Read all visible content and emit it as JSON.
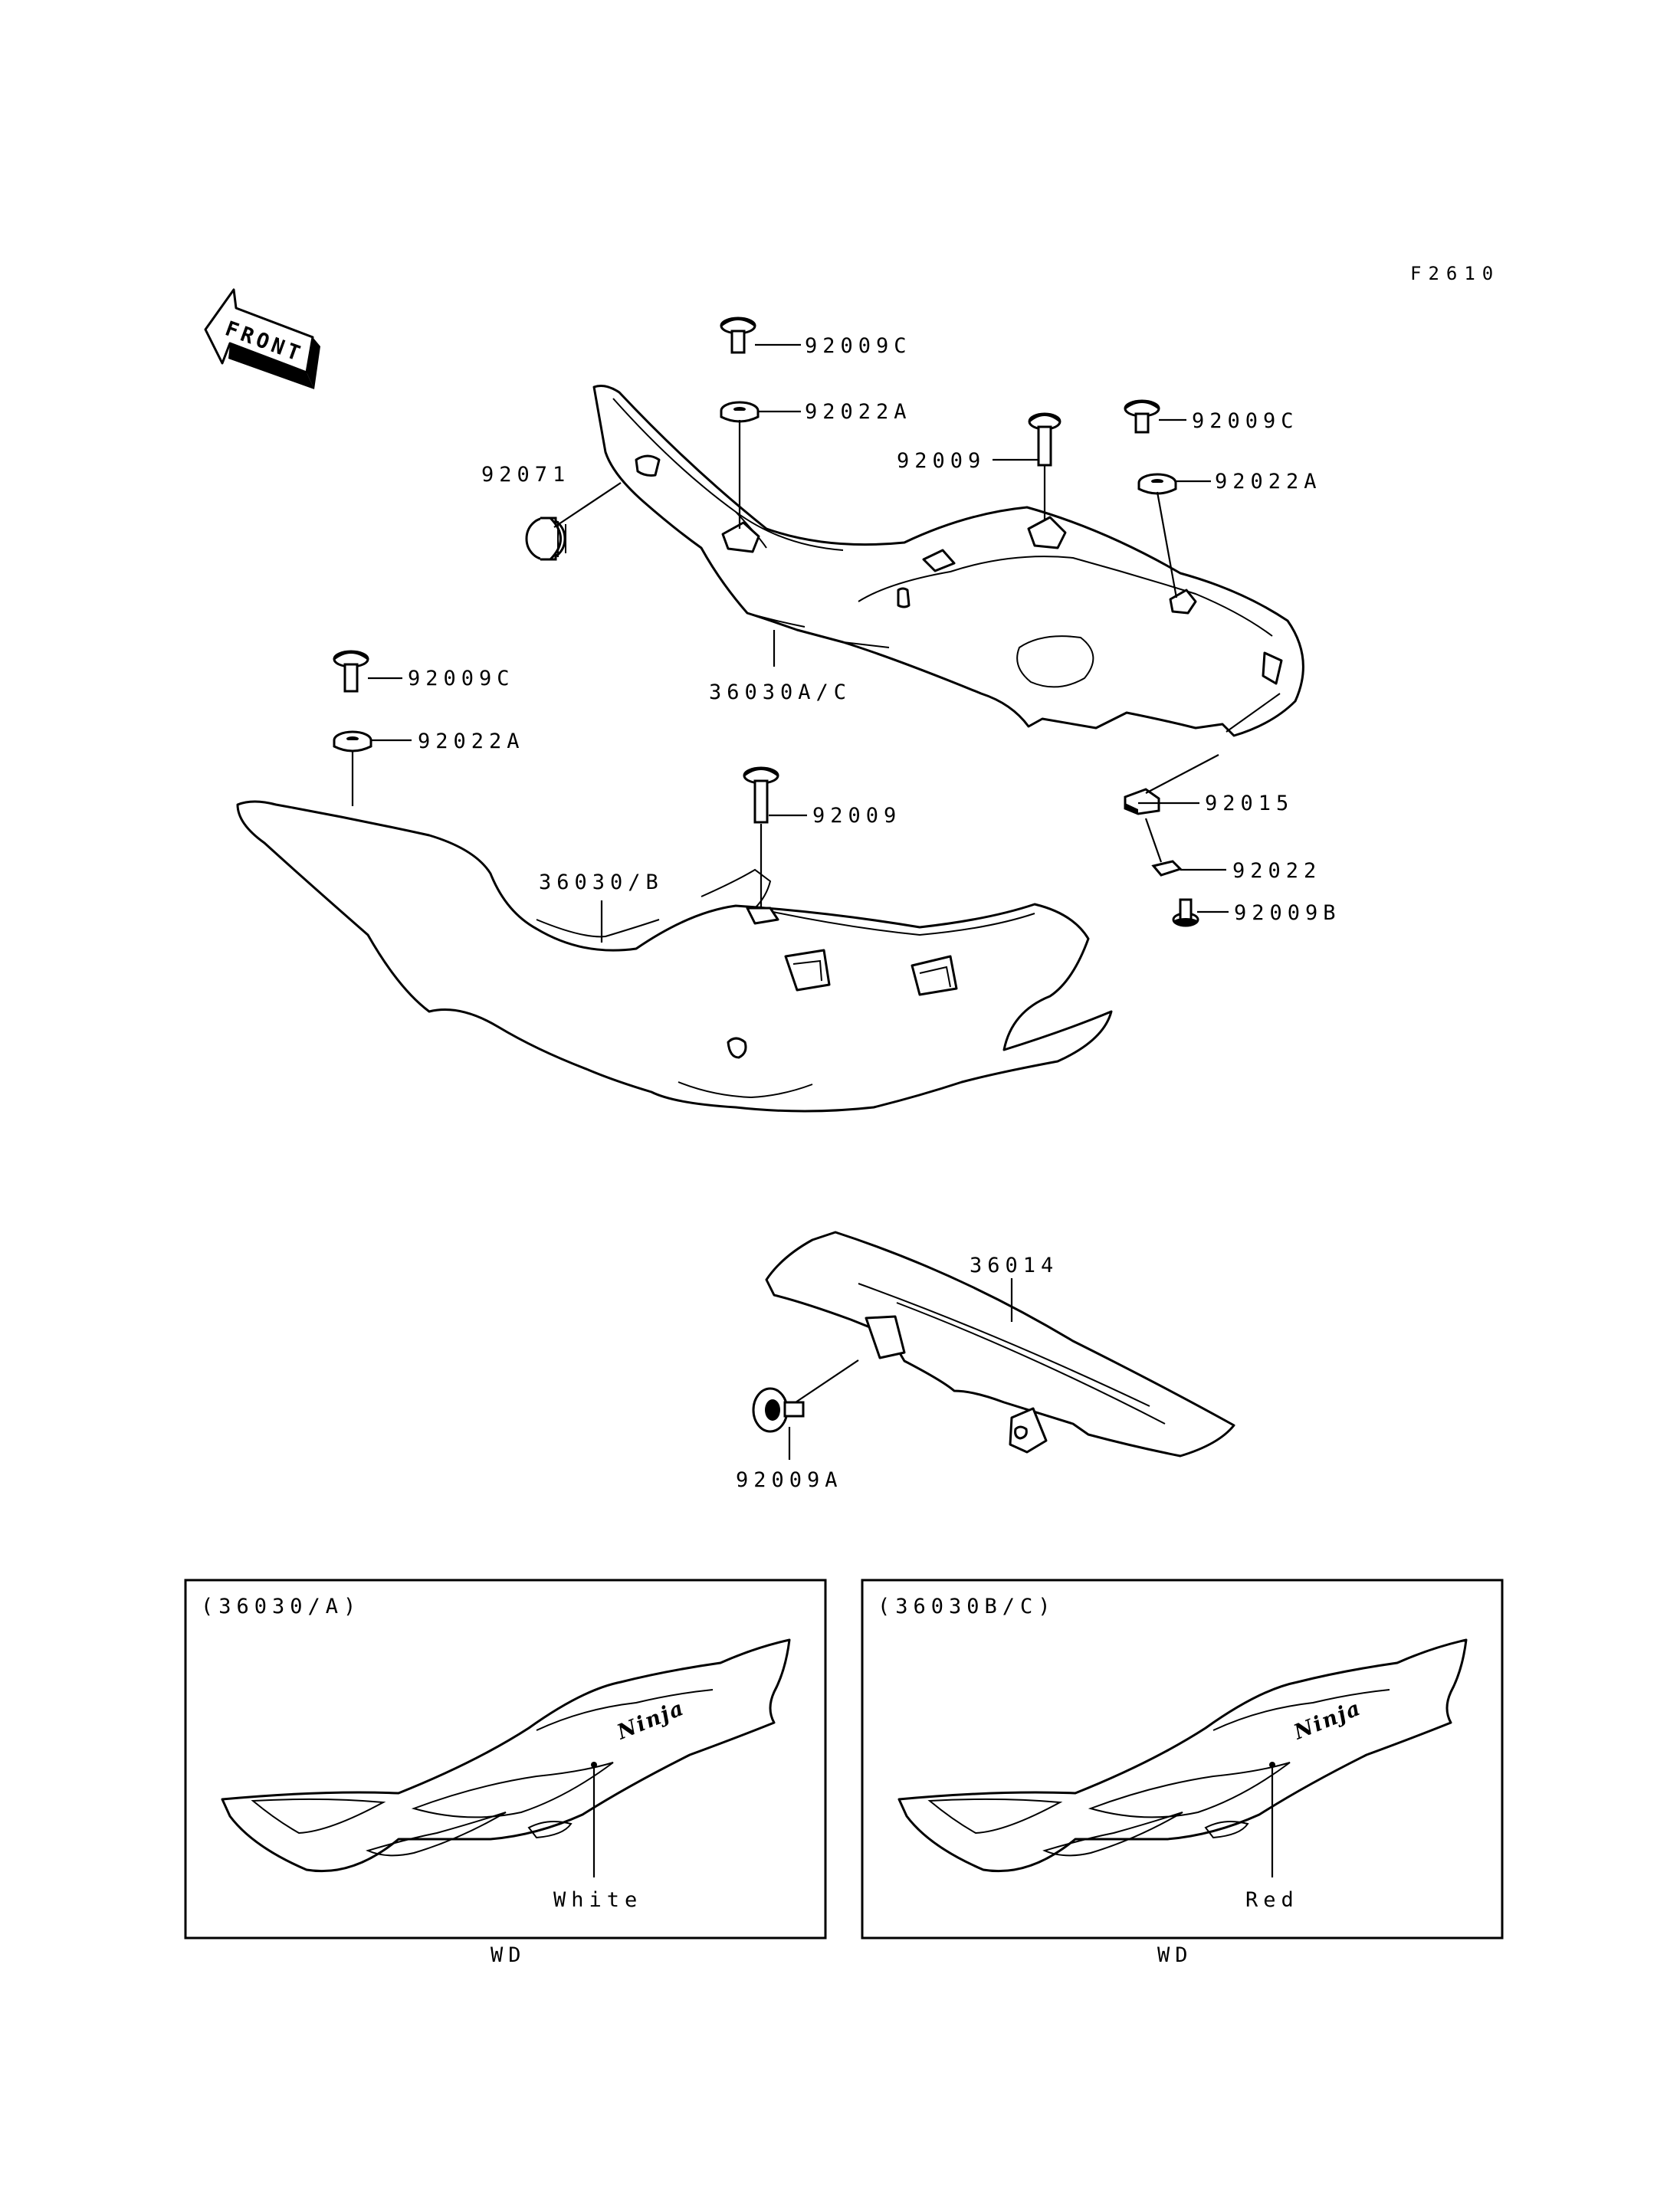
{
  "figure_code": "F2610",
  "front_label": "FRONT",
  "callouts": [
    {
      "id": "c1",
      "label": "92009C"
    },
    {
      "id": "c2",
      "label": "92022A"
    },
    {
      "id": "c3",
      "label": "92009C"
    },
    {
      "id": "c4",
      "label": "92009"
    },
    {
      "id": "c5",
      "label": "92022A"
    },
    {
      "id": "c6",
      "label": "92071"
    },
    {
      "id": "c7",
      "label": "36030A/C"
    },
    {
      "id": "c8",
      "label": "92009C"
    },
    {
      "id": "c9",
      "label": "92022A"
    },
    {
      "id": "c10",
      "label": "92009"
    },
    {
      "id": "c11",
      "label": "36030/B"
    },
    {
      "id": "c12",
      "label": "92015"
    },
    {
      "id": "c13",
      "label": "92022"
    },
    {
      "id": "c14",
      "label": "92009B"
    },
    {
      "id": "c15",
      "label": "36014"
    },
    {
      "id": "c16",
      "label": "92009A"
    }
  ],
  "variant_boxes": [
    {
      "title": "(36030/A)",
      "color_label": "White",
      "footer": "WD",
      "logo_text": "Ninja"
    },
    {
      "title": "(36030B/C)",
      "color_label": "Red",
      "footer": "WD",
      "logo_text": "Ninja"
    }
  ]
}
